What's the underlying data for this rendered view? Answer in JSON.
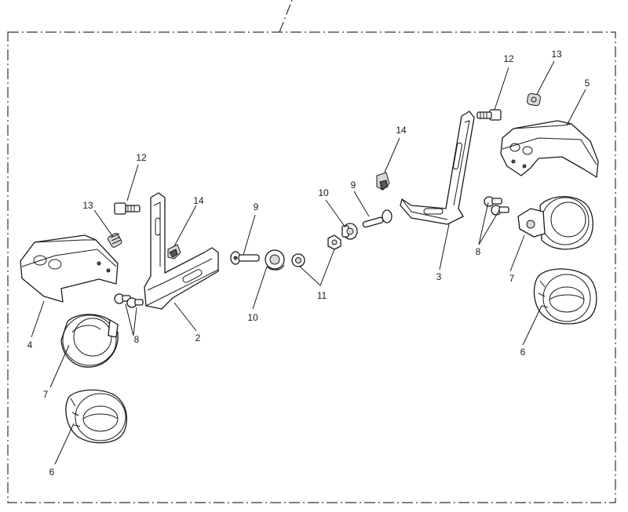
{
  "callouts": [
    {
      "id": "c1",
      "text": "12"
    },
    {
      "id": "c2",
      "text": "13"
    },
    {
      "id": "c3",
      "text": "14"
    },
    {
      "id": "c4",
      "text": "9"
    },
    {
      "id": "c5",
      "text": "4"
    },
    {
      "id": "c6",
      "text": "8"
    },
    {
      "id": "c7",
      "text": "2"
    },
    {
      "id": "c8",
      "text": "10"
    },
    {
      "id": "c9",
      "text": "11"
    },
    {
      "id": "c10",
      "text": "7"
    },
    {
      "id": "c11",
      "text": "6"
    },
    {
      "id": "c12",
      "text": "10"
    },
    {
      "id": "c13",
      "text": "9"
    },
    {
      "id": "c14",
      "text": "14"
    },
    {
      "id": "c15",
      "text": "12"
    },
    {
      "id": "c16",
      "text": "13"
    },
    {
      "id": "c17",
      "text": "5"
    },
    {
      "id": "c18",
      "text": "3"
    },
    {
      "id": "c19",
      "text": "8"
    },
    {
      "id": "c20",
      "text": "7"
    },
    {
      "id": "c21",
      "text": "6"
    }
  ]
}
